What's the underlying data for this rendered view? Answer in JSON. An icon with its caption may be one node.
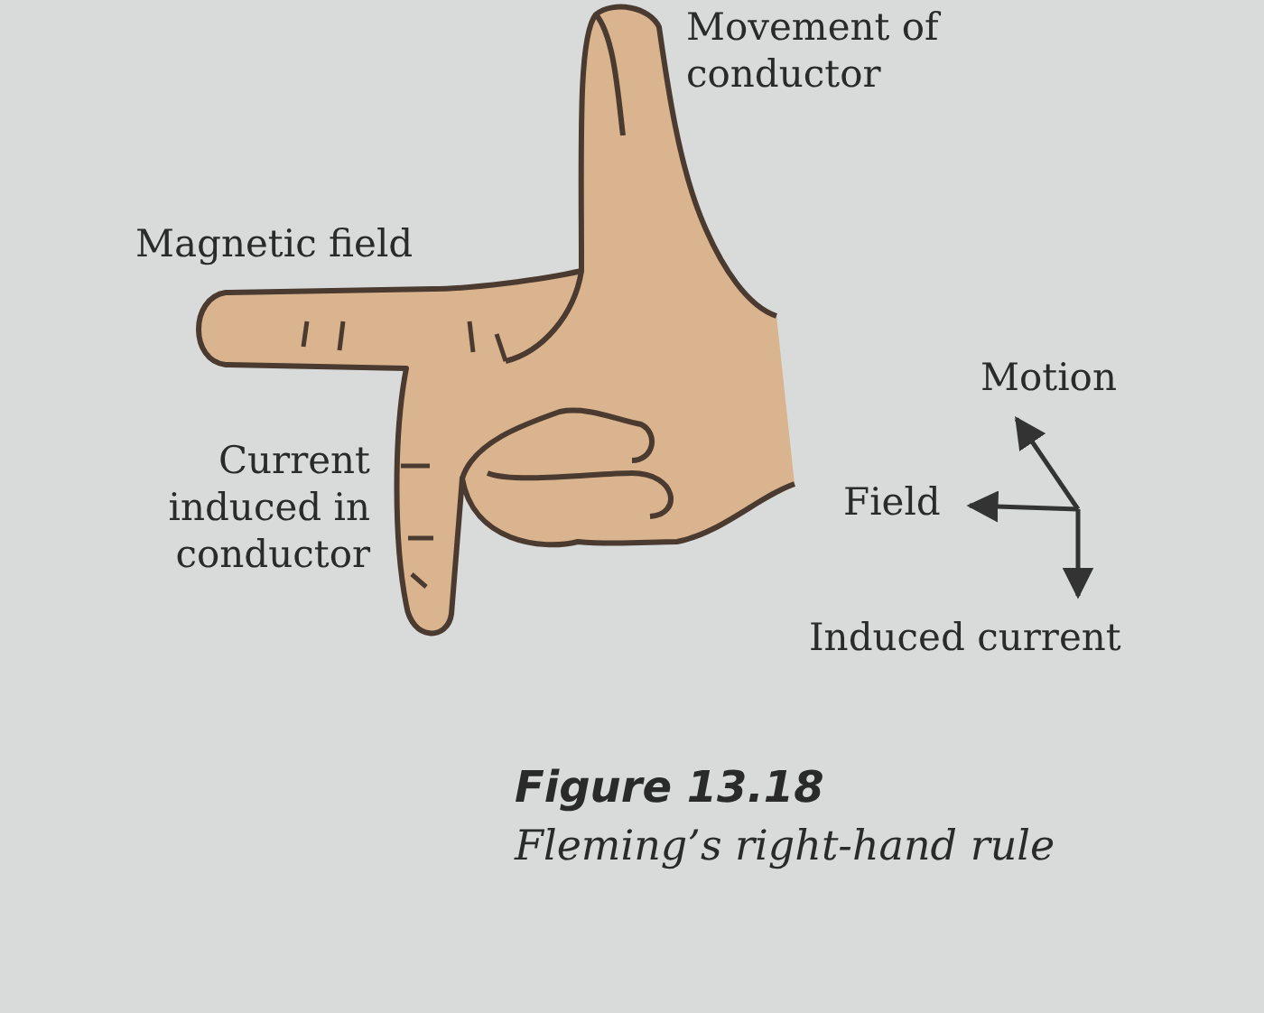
{
  "diagram": {
    "caption": "Fleming’s right-hand rule",
    "labels": [
      "Movement of conductor",
      "Magnetic field",
      "Motion",
      "Current induced in conductor",
      "Field",
      "Induced current",
      "Figure 13.18"
    ]
  }
}
